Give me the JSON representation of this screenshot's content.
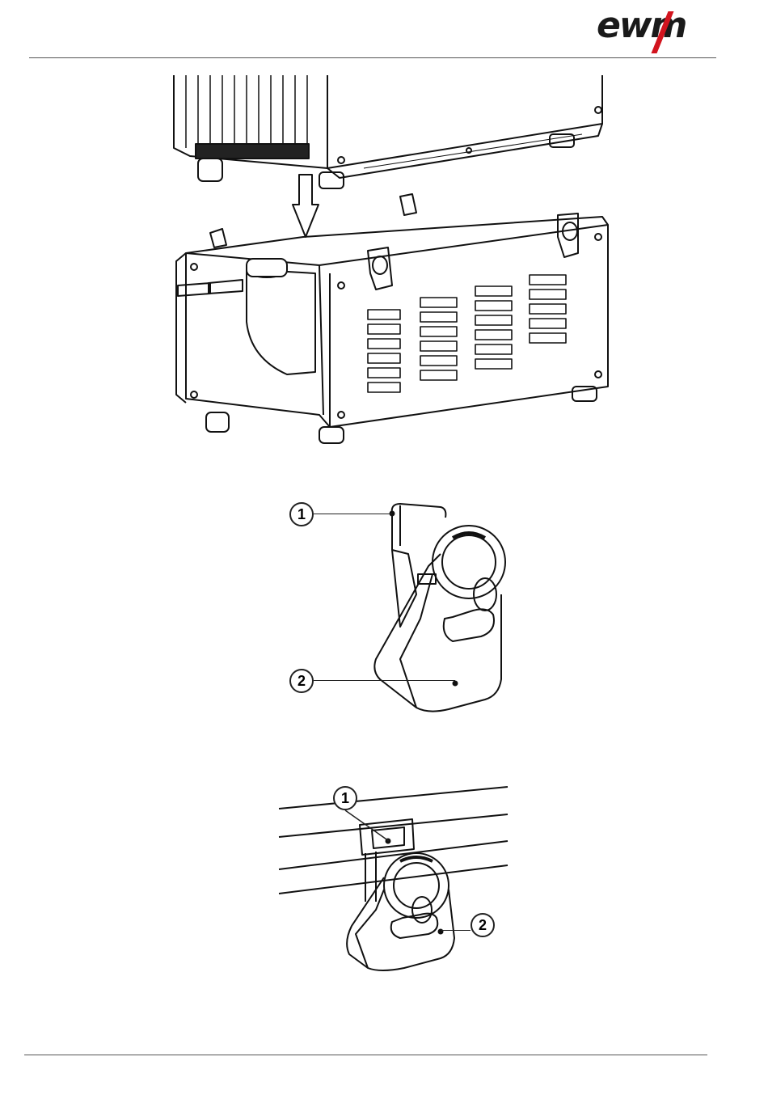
{
  "header": {
    "brand": "ewm",
    "accent_color": "#d2141e"
  },
  "figures": [
    {
      "name": "cooling-unit-mounting",
      "arrow_icon": "arrow-down-icon"
    },
    {
      "name": "clamp-closeup",
      "callouts": [
        "1",
        "2"
      ]
    },
    {
      "name": "clamp-on-rail",
      "callouts": [
        "1",
        "2"
      ]
    }
  ]
}
